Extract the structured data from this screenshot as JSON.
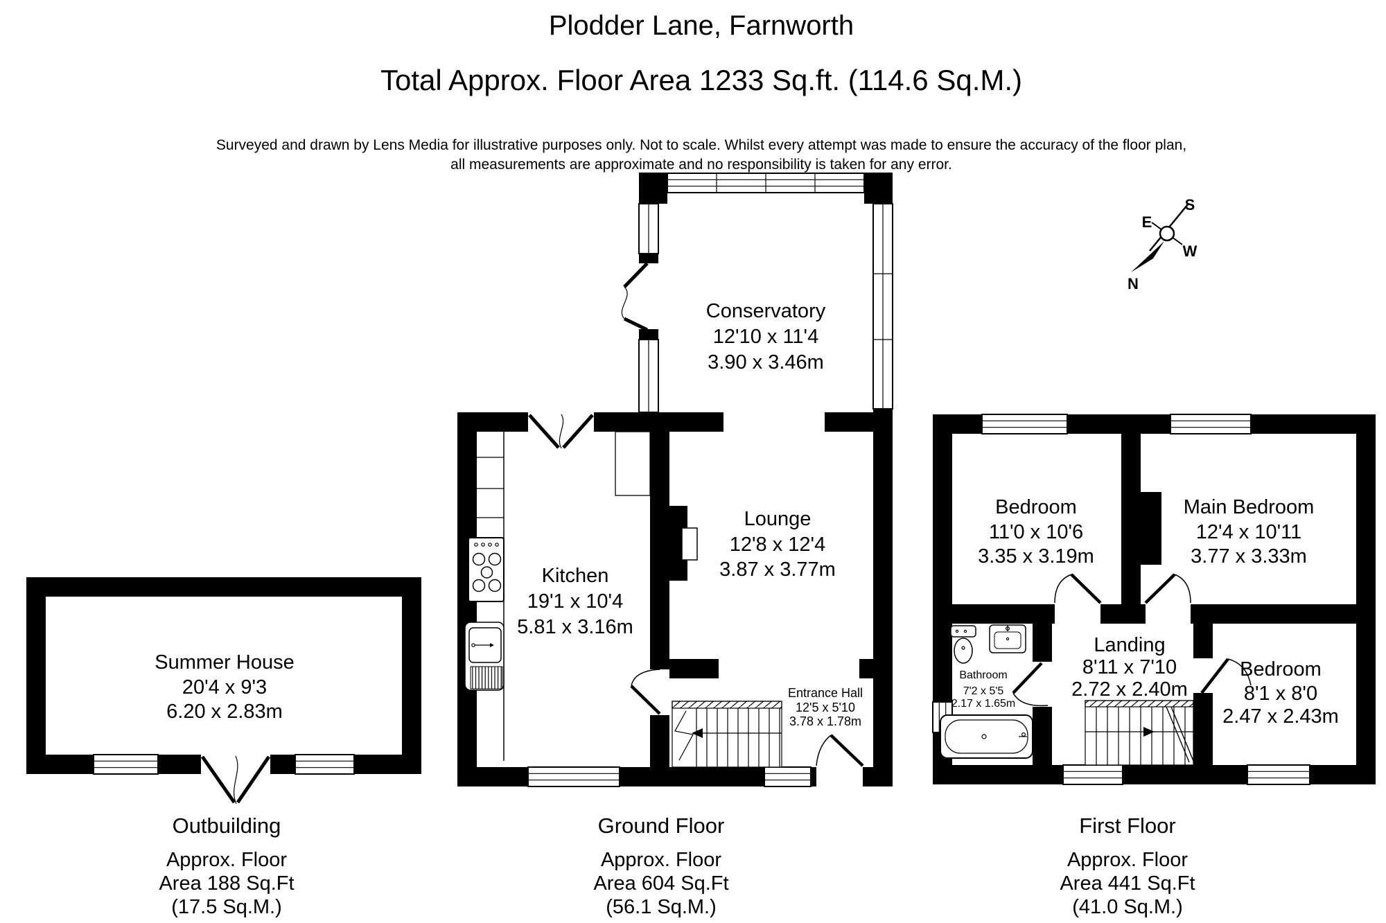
{
  "header": {
    "title": "Plodder Lane, Farnworth",
    "subtitle": "Total Approx. Floor Area 1233 Sq.ft. (114.6 Sq.M.)",
    "disclaimer_line1": "Surveyed and drawn by Lens Media for illustrative purposes only. Not to scale. Whilst every attempt was made to ensure the accuracy of the floor plan,",
    "disclaimer_line2": "all measurements are approximate and no responsibility is taken for any error."
  },
  "compass": {
    "north": "N",
    "south": "S",
    "east": "E",
    "west": "W"
  },
  "rooms": {
    "conservatory": {
      "name": "Conservatory",
      "imperial": "12'10 x 11'4",
      "metric": "3.90 x 3.46m"
    },
    "lounge": {
      "name": "Lounge",
      "imperial": "12'8 x 12'4",
      "metric": "3.87 x 3.77m"
    },
    "kitchen": {
      "name": "Kitchen",
      "imperial": "19'1 x 10'4",
      "metric": "5.81 x 3.16m"
    },
    "entrance_hall": {
      "name": "Entrance Hall",
      "imperial": "12'5 x 5'10",
      "metric": "3.78 x 1.78m"
    },
    "summer_house": {
      "name": "Summer House",
      "imperial": "20'4 x 9'3",
      "metric": "6.20 x 2.83m"
    },
    "bedroom1": {
      "name": "Bedroom",
      "imperial": "11'0 x 10'6",
      "metric": "3.35 x 3.19m"
    },
    "main_bedroom": {
      "name": "Main Bedroom",
      "imperial": "12'4 x 10'11",
      "metric": "3.77 x 3.33m"
    },
    "landing": {
      "name": "Landing",
      "imperial": "8'11 x 7'10",
      "metric": "2.72 x 2.40m"
    },
    "bedroom3": {
      "name": "Bedroom",
      "imperial": "8'1 x 8'0",
      "metric": "2.47 x 2.43m"
    },
    "bathroom": {
      "name": "Bathroom",
      "imperial": "7'2 x 5'5",
      "metric": "2.17 x 1.65m"
    }
  },
  "sections": {
    "outbuilding": {
      "title": "Outbuilding",
      "area_line1": "Approx. Floor",
      "area_line2": "Area 188 Sq.Ft",
      "area_line3": "(17.5 Sq.M.)"
    },
    "ground_floor": {
      "title": "Ground Floor",
      "area_line1": "Approx. Floor",
      "area_line2": "Area 604 Sq.Ft",
      "area_line3": "(56.1 Sq.M.)"
    },
    "first_floor": {
      "title": "First Floor",
      "area_line1": "Approx. Floor",
      "area_line2": "Area 441 Sq.Ft",
      "area_line3": "(41.0 Sq.M.)"
    }
  },
  "colors": {
    "wall": "#000000",
    "background": "#ffffff",
    "text": "#000000"
  }
}
